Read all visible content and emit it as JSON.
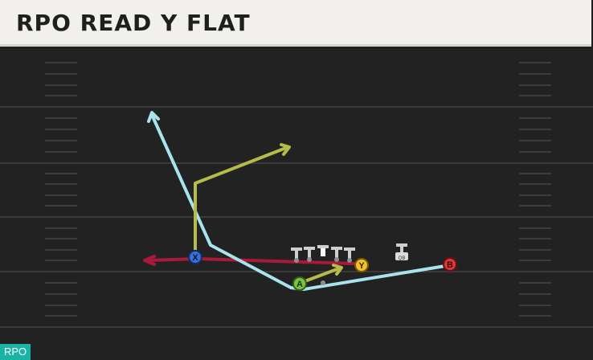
{
  "play": {
    "title": "RPO READ Y FLAT",
    "formation_tag": "RPO"
  },
  "players": [
    {
      "id": "X",
      "label": "X",
      "color": "#3b6fd8"
    },
    {
      "id": "Y",
      "label": "Y",
      "color": "#f2c12e"
    },
    {
      "id": "A",
      "label": "A",
      "color": "#7cc244"
    },
    {
      "id": "B",
      "label": "B",
      "color": "#d63a3a"
    },
    {
      "id": "QB",
      "label": "QB",
      "color": "#cfcfcf"
    }
  ],
  "route_colors": {
    "light_blue": "#a8e4ee",
    "olive": "#b6bb4a",
    "crimson": "#a8193a"
  }
}
